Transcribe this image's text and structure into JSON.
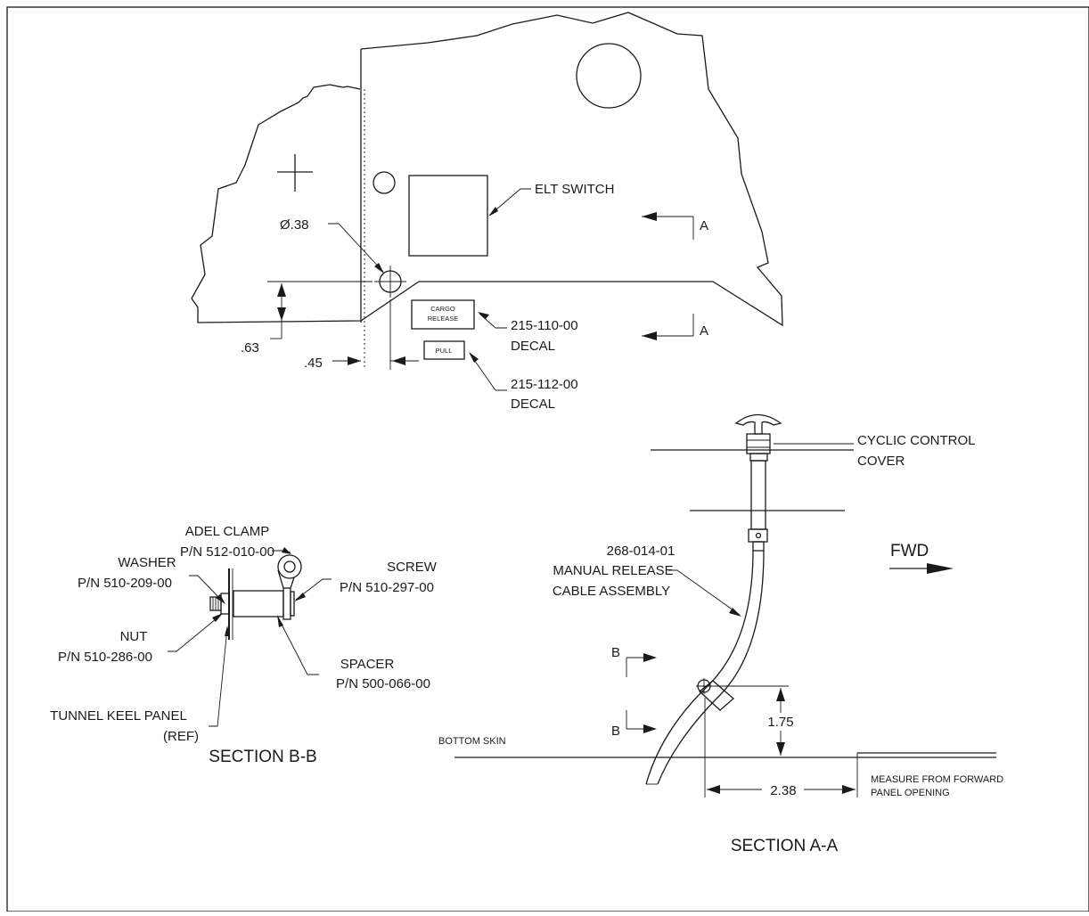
{
  "detail_view": {
    "elt_switch": "ELT SWITCH",
    "hole_dia": "Ø.38",
    "section_a_top": "A",
    "section_a_bottom": "A",
    "dim_vertical": ".63",
    "dim_horizontal": ".45",
    "cargo_release_decal_line1": "CARGO",
    "cargo_release_decal_line2": "RELEASE",
    "pull_decal": "PULL",
    "decal_1_pn": "215-110-00",
    "decal_1_word": "DECAL",
    "decal_2_pn": "215-112-00",
    "decal_2_word": "DECAL"
  },
  "section_bb": {
    "title": "SECTION B-B",
    "adel_clamp": "ADEL CLAMP",
    "adel_clamp_pn": "P/N 512-010-00",
    "washer": "WASHER",
    "washer_pn": "P/N 510-209-00",
    "screw": "SCREW",
    "screw_pn": "P/N 510-297-00",
    "nut": "NUT",
    "nut_pn": "P/N 510-286-00",
    "spacer": "SPACER",
    "spacer_pn": "P/N 500-066-00",
    "tunnel_keel_panel": "TUNNEL KEEL PANEL",
    "tunnel_keel_ref": "(REF)"
  },
  "section_aa": {
    "title": "SECTION A-A",
    "cyclic_control": "CYCLIC CONTROL",
    "cover": "COVER",
    "fwd": "FWD",
    "cable_pn": "268-014-01",
    "cable_line2": "MANUAL RELEASE",
    "cable_line3": "CABLE ASSEMBLY",
    "section_b_top": "B",
    "section_b_bottom": "B",
    "dim_height": "1.75",
    "dim_offset": "2.38",
    "bottom_skin": "BOTTOM SKIN",
    "measure_note_line1": "MEASURE FROM FORWARD",
    "measure_note_line2": "PANEL OPENING"
  }
}
